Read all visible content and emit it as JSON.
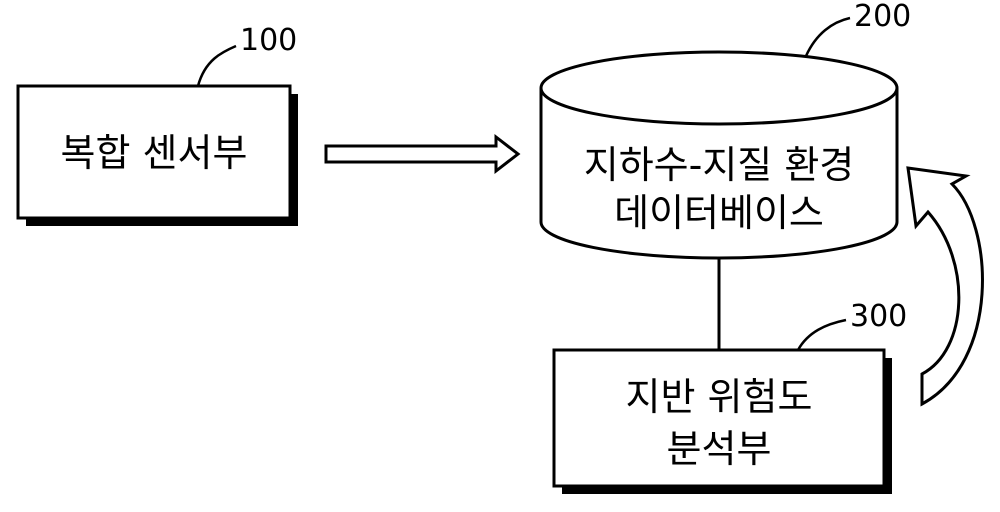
{
  "colors": {
    "stroke": "#000000",
    "fill": "#ffffff",
    "shadow": "#000000"
  },
  "nodes": {
    "sensor": {
      "ref": "100",
      "label": "복합 센서부"
    },
    "database": {
      "ref": "200",
      "lines": [
        "지하수-지질 환경",
        "데이터베이스"
      ]
    },
    "analyzer": {
      "ref": "300",
      "lines": [
        "지반 위험도",
        "분석부"
      ]
    }
  },
  "edges": [
    {
      "from": "sensor",
      "to": "database",
      "style": "hollow-arrow"
    },
    {
      "from": "database",
      "to": "analyzer",
      "style": "line"
    },
    {
      "from": "analyzer",
      "to": "database",
      "style": "curved-feedback-arrow"
    }
  ]
}
